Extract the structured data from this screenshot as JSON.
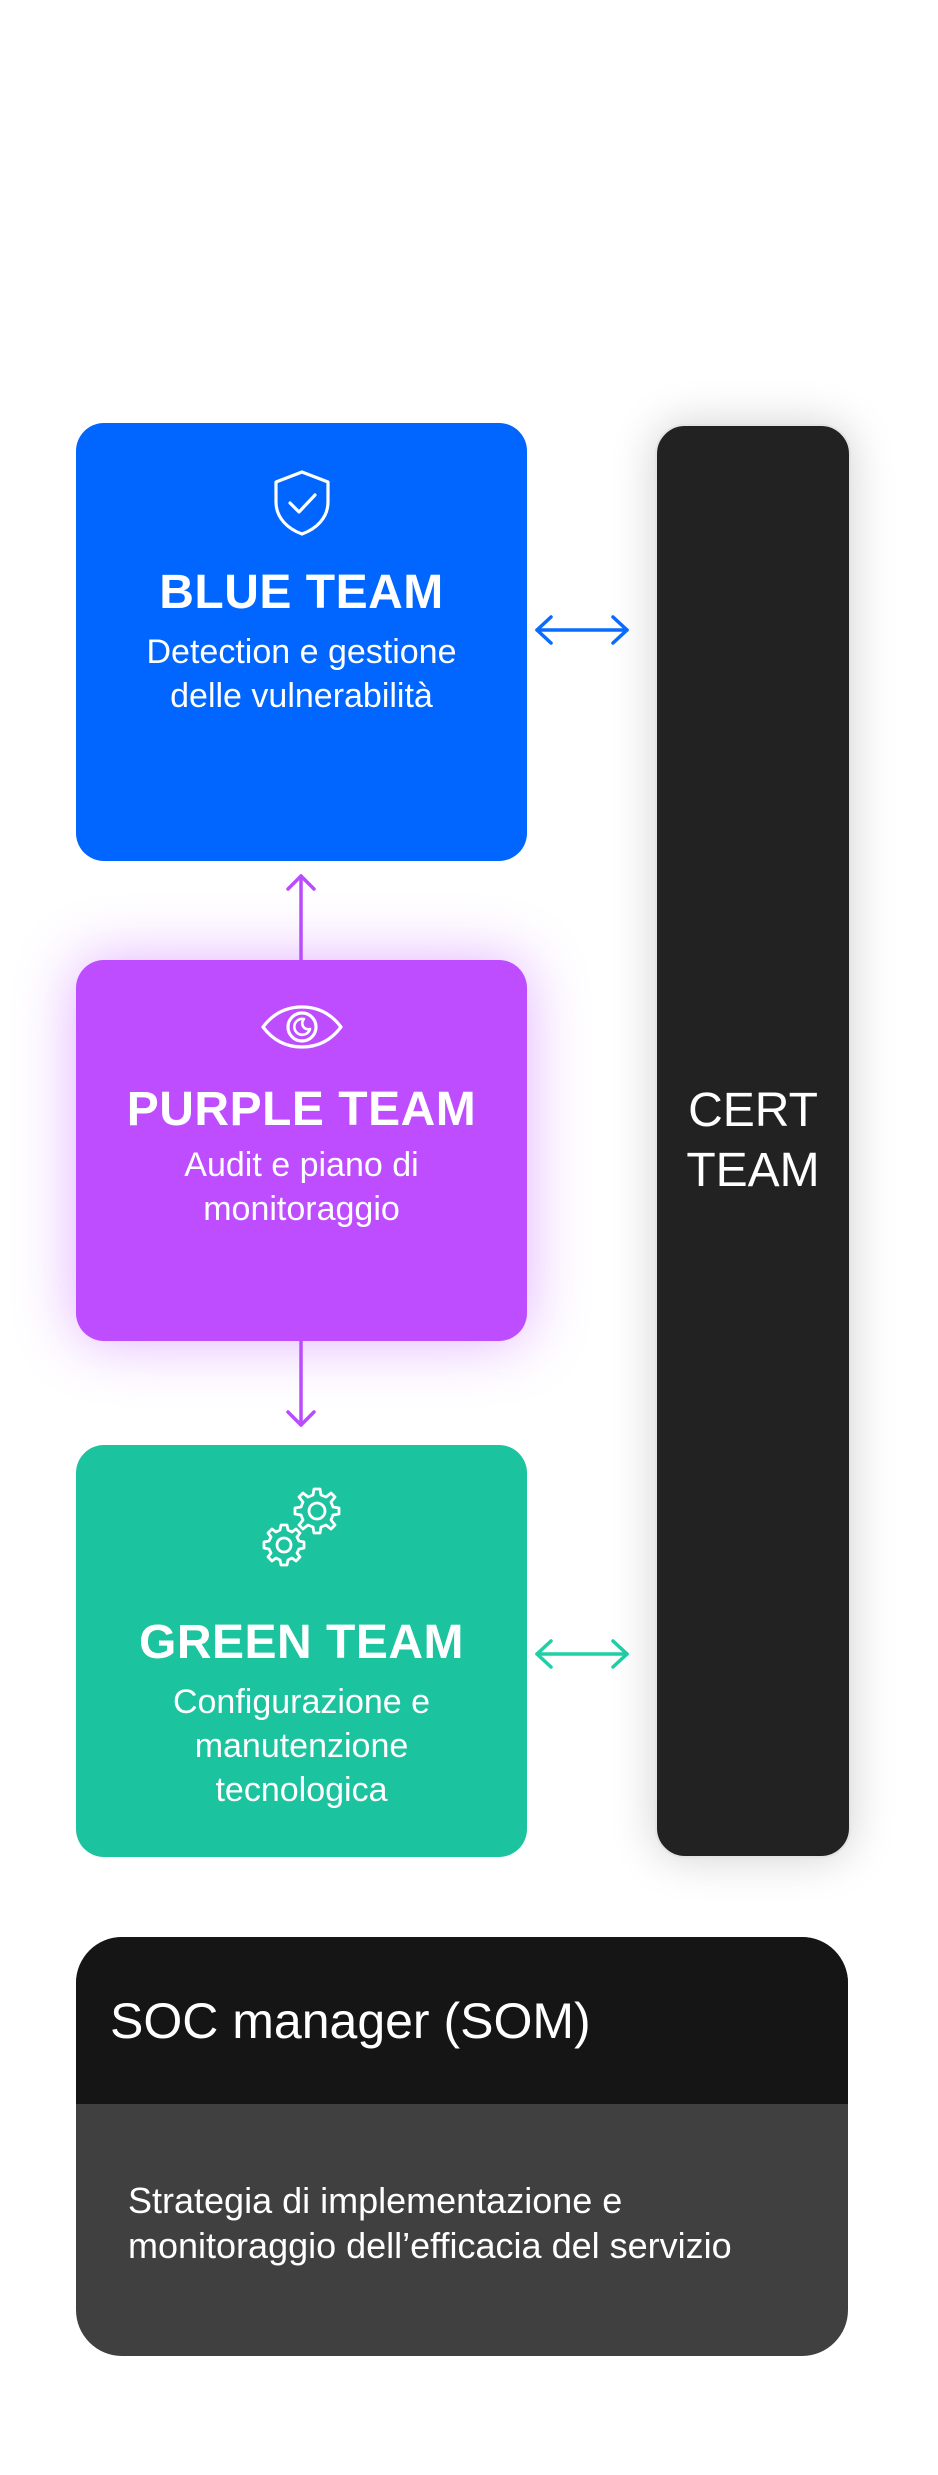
{
  "teams": {
    "blue": {
      "icon": "shield-check-icon",
      "title": "BLUE TEAM",
      "desc_line1": "Detection e gestione",
      "desc_line2": "delle vulnerabilità",
      "color": "#0066ff"
    },
    "purple": {
      "icon": "eye-icon",
      "title": "PURPLE TEAM",
      "desc_line1": "Audit e piano di",
      "desc_line2": "monitoraggio",
      "color": "#bd4dff"
    },
    "green": {
      "icon": "gears-icon",
      "title": "GREEN TEAM",
      "desc_line1": "Configurazione e",
      "desc_line2": "manutenzione",
      "desc_line3": "tecnologica",
      "color": "#1cc39f"
    }
  },
  "cert": {
    "line1": "CERT",
    "line2": "TEAM",
    "color": "#222222"
  },
  "som": {
    "title": "SOC manager (SOM)",
    "desc_line1": "Strategia di implementazione e",
    "desc_line2": "monitoraggio dell’efficacia del servizio",
    "header_color": "#151515",
    "body_color": "#404040"
  },
  "connectors": {
    "blue_cert": "double-arrow-horizontal-icon",
    "green_cert": "double-arrow-horizontal-icon",
    "purple_to_blue": "arrow-up-icon",
    "purple_to_green": "arrow-down-icon"
  }
}
